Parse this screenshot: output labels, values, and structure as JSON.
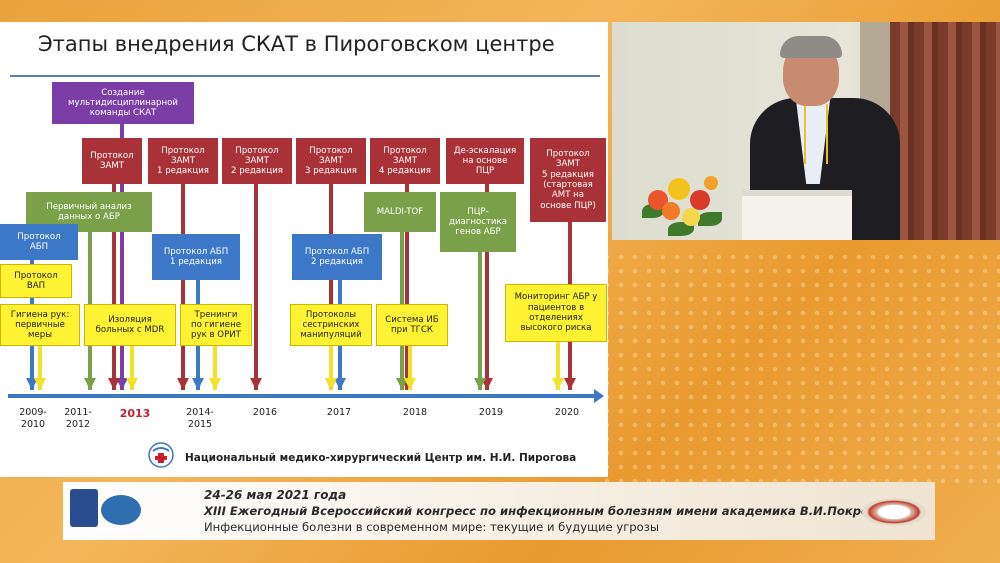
{
  "slide": {
    "title": "Этапы внедрения СКАТ в Пироговском центре",
    "footer": "Национальный медико-хирургический Центр им. Н.И. Пирогова",
    "years": [
      {
        "label": "2009-\n2010",
        "highlight": false
      },
      {
        "label": "2011-\n2012",
        "highlight": false
      },
      {
        "label": "2013",
        "highlight": true
      },
      {
        "label": "2014-\n2015",
        "highlight": false
      },
      {
        "label": "2016",
        "highlight": false
      },
      {
        "label": "2017",
        "highlight": false
      },
      {
        "label": "2018",
        "highlight": false
      },
      {
        "label": "2019",
        "highlight": false
      },
      {
        "label": "2020",
        "highlight": false
      }
    ],
    "boxes": {
      "team": "Создание\nмультидисциплинарной\nкоманды СКАТ",
      "zamt": "Протокол\nЗАМТ",
      "zamt1": "Протокол\nЗАМТ\n1 редакция",
      "zamt2": "Протокол\nЗАМТ\n2 редакция",
      "zamt3": "Протокол\nЗАМТ\n3 редакция",
      "zamt4": "Протокол\nЗАМТ\n4 редакция",
      "deesc": "Де-эскалация\nна основе\nПЦР",
      "zamt5": "Протокол\nЗАМТ\n5 редакция\n(стартовая\nАМТ на\nосновe ПЦР)",
      "analysis": "Первичный анализ\nданных о АБР",
      "maldi": "MALDI-TOF",
      "pcr": "ПЦР-\nдиагностика\nгенов АБР",
      "abp": "Протокол\nАБП",
      "abp1": "Протокол АБП\n1 редакция",
      "abp2": "Протокол АБП\n2 редакция",
      "vap": "Протокол\nВАП",
      "hygiene": "Гигиена рук:\nпервичные\nмеры",
      "isolation": "Изоляция\nбольных с MDR",
      "training": "Тренинги\nпо гигиене\nрук в ОРИТ",
      "nursing": "Протоколы\nсестринских\nманипуляций",
      "ib": "Система ИБ\nпри ТГСК",
      "monitoring": "Мониторинг АБР у\nпациентов в\nотделениях\nвысокого риска"
    }
  },
  "banner": {
    "dates": "24-26 мая 2021 года",
    "congress": "XIII Ежегодный Всероссийский конгресс по инфекционным болезням имени академика В.И.Покровского",
    "subtitle": "Инфекционные болезни в современном мире: текущие и будущие угрозы"
  },
  "colors": {
    "purple": "#7a3ea6",
    "red": "#a83238",
    "green": "#7aa14a",
    "blue": "#3d78c8",
    "yellow": "#fff232"
  }
}
